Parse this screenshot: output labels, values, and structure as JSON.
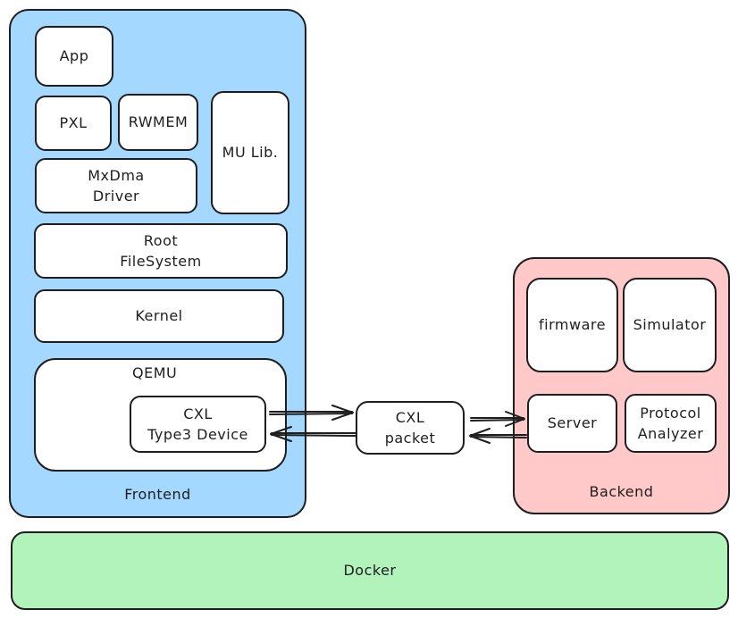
{
  "frontend": {
    "label": "Frontend",
    "color": "#a5d8ff",
    "boxes": {
      "app": "App",
      "pxl": "PXL",
      "rwmem": "RWMEM",
      "mu_lib": "MU Lib.",
      "mxdma_driver": "MxDma\nDriver",
      "root_filesystem": "Root\nFileSystem",
      "kernel": "Kernel",
      "qemu": "QEMU",
      "cxl_device": "CXL\nType3 Device"
    }
  },
  "packet": {
    "label": "CXL\npacket"
  },
  "backend": {
    "label": "Backend",
    "color": "#ffc9c9",
    "boxes": {
      "firmware": "firmware",
      "simulator": "Simulator",
      "server": "Server",
      "protocol_analyzer": "Protocol\nAnalyzer"
    }
  },
  "docker": {
    "label": "Docker",
    "color": "#b2f2bb"
  }
}
